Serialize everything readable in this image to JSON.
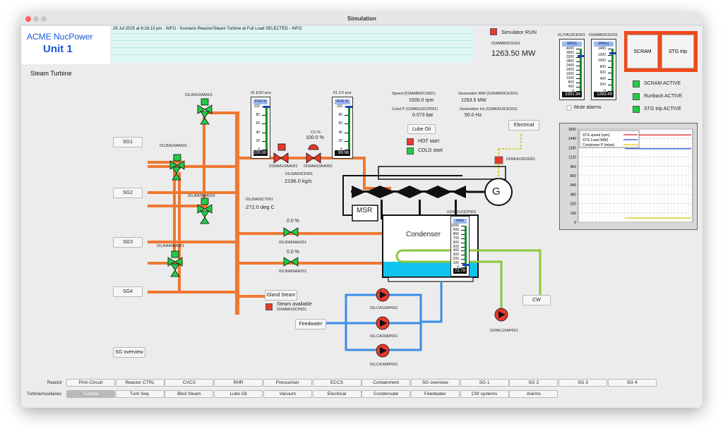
{
  "window": {
    "title": "Simulation"
  },
  "brand": {
    "line1": "ACME NucPower",
    "line2": "Unit 1"
  },
  "page_title": "Steam Turbine",
  "message_log": [
    "29 Jul 2025 at 6:26:13 pm - INFO - Scenario Reactor/Steam Turbine at Full Load SELECTED - INFO"
  ],
  "simulator": {
    "status": "Simulator RUN",
    "power_tag": "01MAB50CE001",
    "power_value": "1263.50 MW"
  },
  "gauges_top": [
    {
      "tag": "01JYA10CE001",
      "unit": "MW(t)",
      "ticks": [
        "4000",
        "3600",
        "3200",
        "2800",
        "2400",
        "2000",
        "1600",
        "1200",
        "800",
        "400",
        "0"
      ],
      "readout": "3351.94",
      "fill": 0.84
    },
    {
      "tag": "01MAB50CE001",
      "unit": "MW(e)",
      "ticks": [
        "1400",
        "1200",
        "1000",
        "800",
        "600",
        "400",
        "200",
        "0"
      ],
      "readout": "1263.49",
      "fill": 0.9
    }
  ],
  "trip_buttons": {
    "scram": "SCRAM",
    "stg_trip": "STG trip"
  },
  "mute_alarms": "Mute alarms",
  "status_indicators": [
    "SCRAM ACTIVE",
    "Runback ACTIVE",
    "STG trip ACTIVE"
  ],
  "steam_generators": [
    "SG1",
    "SG2",
    "SG3",
    "SG4"
  ],
  "valves": {
    "lba10": "01LBA10AA501",
    "lba20": "01LBA20AA501",
    "lba30": "01LBA30AA501",
    "lba40": "01LBA40AA501",
    "maa10a1": "01MAA10AA001",
    "maa10a2": "01MAA10AA002",
    "lba60a251": "01LBA60AA251",
    "lba60a252": "01LBA60AA252",
    "pct_251": "0.0 %",
    "pct_252": "0.0 %",
    "cv_label": "CV %",
    "cv_value": "100.0 %"
  },
  "esv_gauge": {
    "title": "01 ESV pos",
    "unit": "POS %",
    "ticks": [
      "100",
      "80",
      "60",
      "40",
      "20",
      "0"
    ],
    "readout": "100.00",
    "fill": 1.0
  },
  "cv_gauge": {
    "title": "01 CV pos",
    "unit": "POS %",
    "ticks": [
      "100",
      "80",
      "60",
      "40",
      "20",
      "0"
    ],
    "readout": "99.98",
    "fill": 1.0
  },
  "measurements": {
    "flow_tag": "01LBA60CF001",
    "flow_value": "2196.0 kg/s",
    "temp_tag": "01LBA60CT001",
    "temp_value": "272.0 deg C",
    "speed_label": "Speed (01MAB50CS901)",
    "speed_value": "1500.0 rpm",
    "gen_mw_label": "Generation MW (01MAB50CE901)",
    "gen_mw_value": "1263.5 MW",
    "cond_p_label": "Cond P (01MAG10CP001)",
    "cond_p_value": "0.073 bar",
    "gen_hz_label": "Generation Hz (01MKA10CE001)",
    "gen_hz_value": "50.0 Hz"
  },
  "lube_oil": {
    "button": "Lube Oil",
    "hot": "HOT start",
    "cold": "COLD start"
  },
  "electrical": {
    "button": "Electrical",
    "breaker_tag": "01MKA10GS001"
  },
  "turbine": {
    "msr": "MSR",
    "gen": "G"
  },
  "condenser": {
    "label": "Condenser",
    "tag": "01MAG10CP901",
    "unit": "mbar",
    "ticks": [
      "1000",
      "900",
      "800",
      "700",
      "600",
      "500",
      "400",
      "300",
      "200",
      "100",
      "0"
    ],
    "readout": "72.79",
    "fill": 0.07
  },
  "gland": {
    "button": "Gland Steam",
    "label": "Steam available",
    "tag": "01MAW10CP001"
  },
  "pumps": {
    "lca10": "01LCA10AP001",
    "lca20": "01LCA20AP001",
    "lca30": "01LCA30AP001",
    "pac10": "01PAC10AP001"
  },
  "feedwater_button": "Feedwater",
  "cw_button": "CW",
  "sg_overview_button": "SG overview",
  "trend": {
    "yticks": [
      "1600",
      "1440",
      "1280",
      "1120",
      "960",
      "800",
      "640",
      "480",
      "320",
      "160",
      "0"
    ],
    "ylim": [
      0,
      1600
    ],
    "legend": [
      "STG speed (rpm)",
      "STG Load (MW)",
      "Condenser P (mbar)"
    ],
    "colors": [
      "#e02020",
      "#2050e0",
      "#d8c800"
    ],
    "values": [
      1500,
      1263.5,
      72.79
    ]
  },
  "nav": {
    "reactor_label": "Reactor",
    "reactor_tabs": [
      "Prim Circuit",
      "Reactor CTRL",
      "CVCS",
      "RHR",
      "Pressuriser",
      "ECCS",
      "Containment",
      "SG overview",
      "SG 1",
      "SG 2",
      "SG 3",
      "SG 4"
    ],
    "turbine_label": "Turbine/Auxiliaries",
    "turbine_tabs": [
      "Turbine",
      "Turb Seq.",
      "Bled Steam",
      "Lube Oil",
      "Vacuum",
      "Electrical",
      "Condensate",
      "Feedwater",
      "CW systems",
      "Alarms"
    ]
  }
}
